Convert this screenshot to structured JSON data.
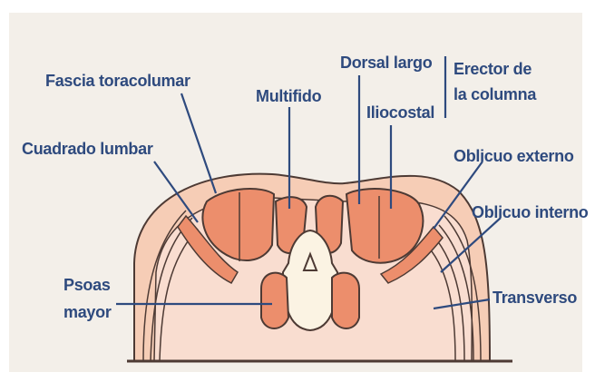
{
  "colors": {
    "background": "#f3efe9",
    "skin": "#f6cdb6",
    "fascia": "#f9ddd0",
    "muscle": "#ec8e6c",
    "muscle_outline": "#4d3a34",
    "vertebra": "#fbf3e3",
    "label": "#2e4a7e"
  },
  "labels": {
    "fascia_toracolumar": "Fascia toracolumar",
    "multifido": "Multifido",
    "dorsal_largo": "Dorsal largo",
    "iliocostal": "Iliocostal",
    "erector_line1": "Erector de",
    "erector_line2": "la columna",
    "cuadrado_lumbar": "Cuadrado lumbar",
    "oblicuo_externo": "Oblicuo externo",
    "oblicuo_interno": "Oblicuo interno",
    "psoas_line1": "Psoas",
    "psoas_line2": "mayor",
    "transverso": "Transverso"
  }
}
